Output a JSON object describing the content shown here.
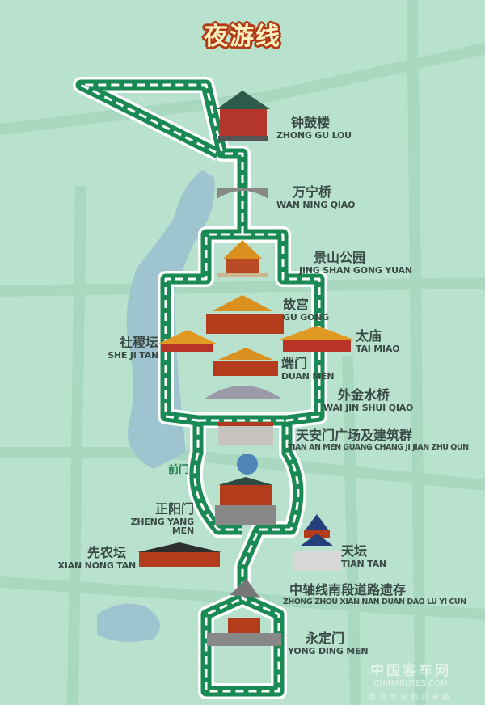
{
  "title": "夜游线",
  "colors": {
    "route": "#1a8a55",
    "background": "#b8e2cd",
    "title_outline": "#b23a12",
    "title_fill": "#fdf0c0"
  },
  "stops": [
    {
      "cn": "钟鼓楼",
      "py": "ZHONG GU LOU"
    },
    {
      "cn": "万宁桥",
      "py": "WAN NING QIAO"
    },
    {
      "cn": "景山公园",
      "py": "JING SHAN GONG YUAN"
    },
    {
      "cn": "故宫",
      "py": "GU GONG"
    },
    {
      "cn": "社稷坛",
      "py": "SHE JI TAN"
    },
    {
      "cn": "太庙",
      "py": "TAI MIAO"
    },
    {
      "cn": "端门",
      "py": "DUAN MEN"
    },
    {
      "cn": "外金水桥",
      "py": "WAI JIN SHUI QIAO"
    },
    {
      "cn": "天安门广场及建筑群",
      "py": "TIAN AN MEN GUANG CHANG JI JIAN ZHU QUN"
    },
    {
      "cn": "前门",
      "py": ""
    },
    {
      "cn": "正阳门",
      "py": "ZHENG YANG MEN"
    },
    {
      "cn": "先农坛",
      "py": "XIAN NONG TAN"
    },
    {
      "cn": "天坛",
      "py": "TIAN TAN"
    },
    {
      "cn": "中轴线南段道路遗存",
      "py": "ZHONG ZHOU XIAN NAN DUAN DAO LU YI CUN"
    },
    {
      "cn": "永定门",
      "py": "YONG DING MEN"
    }
  ],
  "watermark": {
    "name": "中国客车网",
    "site": "CHINABUSES.COM",
    "slogan": "因为专业所以卓越"
  }
}
